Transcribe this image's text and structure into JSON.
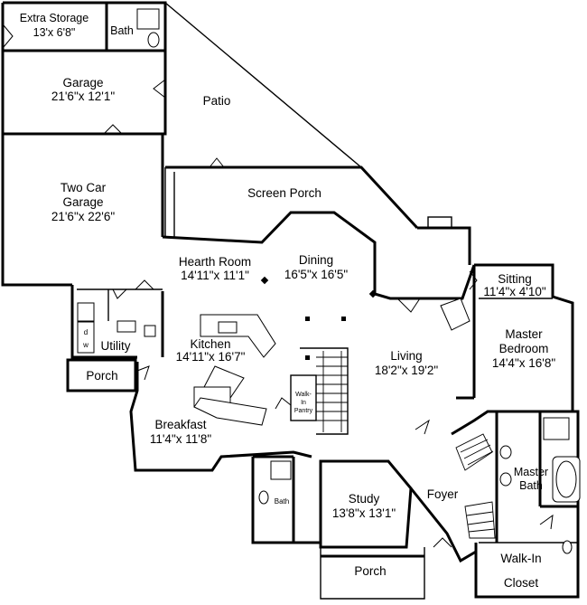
{
  "rooms": {
    "extra_storage": {
      "name": "Extra Storage",
      "size": "13'x 6'8\""
    },
    "bath_top": {
      "name": "Bath"
    },
    "garage": {
      "name": "Garage",
      "size": "21'6\"x 12'1\""
    },
    "patio": {
      "name": "Patio"
    },
    "two_car_garage": {
      "name_line1": "Two Car",
      "name_line2": "Garage",
      "size": "21'6\"x 22'6\""
    },
    "screen_porch": {
      "name": "Screen Porch"
    },
    "hearth_room": {
      "name": "Hearth Room",
      "size": "14'11\"x 11'1\""
    },
    "dining": {
      "name": "Dining",
      "size": "16'5\"x 16'5\""
    },
    "sitting": {
      "name": "Sitting",
      "size": "11'4\"x 4'10\""
    },
    "master_bedroom": {
      "name_line1": "Master",
      "name_line2": "Bedroom",
      "size": "14'4\"x 16'8\""
    },
    "utility": {
      "name": "Utility"
    },
    "kitchen": {
      "name": "Kitchen",
      "size": "14'11\"x 16'7\""
    },
    "porch_left": {
      "name": "Porch"
    },
    "living": {
      "name": "Living",
      "size": "18'2\"x 19'2\""
    },
    "walk_in_pantry": {
      "line1": "Walk-",
      "line2": "In",
      "line3": "Pantry"
    },
    "breakfast": {
      "name": "Breakfast",
      "size": "11'4\"x 11'8\""
    },
    "master_bath": {
      "name_line1": "Master",
      "name_line2": "Bath"
    },
    "bath_small": {
      "name": "Bath"
    },
    "study": {
      "name": "Study",
      "size": "13'8\"x 13'1\""
    },
    "foyer": {
      "name": "Foyer"
    },
    "porch_front": {
      "name": "Porch"
    },
    "walk_in_closet": {
      "name_line1": "Walk-In",
      "name_line2": "Closet"
    }
  },
  "appliances": {
    "dryer": "d",
    "washer": "w"
  }
}
